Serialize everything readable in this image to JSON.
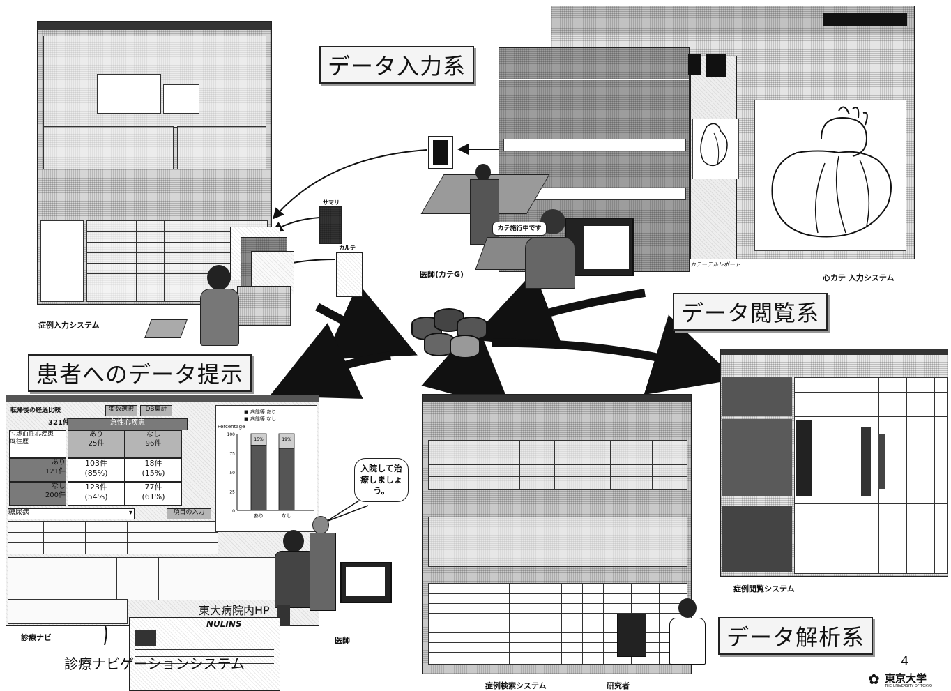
{
  "labels": {
    "data_input": "データ入力系",
    "data_view": "データ閲覧系",
    "patient_data": "患者へのデータ提示",
    "data_analysis": "データ解析系"
  },
  "captions": {
    "case_input_system": "症例入力システム",
    "doctor_cath": "医師(カテG)",
    "cardiac_cath_input": "心カテ 入力システム",
    "cath_report": "カテーテルレポート",
    "case_view_system": "症例閲覧システム",
    "case_search_system": "症例検索システム",
    "researcher": "研究者",
    "doctor": "医師",
    "navi_short": "診療ナビ",
    "navi_system": "診療ナビゲーションシステム",
    "hospital_hp": "東大病院内HP",
    "summary": "サマリ",
    "karte": "カルテ",
    "page_number": "4",
    "university": "東京大学",
    "university_en": "THE UNIVERSITY OF TOKYO"
  },
  "speech": {
    "cath_monitor": "カテ施行中です",
    "doctor_bubble": "入院して治療しましょう。"
  },
  "navi_window": {
    "title": "転帰後の経過比較",
    "count": "321件",
    "btn_change": "変数選択",
    "btn_db": "DB集計",
    "row_header": "＼虚血性心疾患\n既往歴",
    "col_header": "急性心疾患",
    "col_yes": "あり\n25件",
    "col_no": "なし\n96件",
    "row_yes": "あり\n121件",
    "row_no": "なし\n200件",
    "cells": [
      "103件\n(85%)",
      "18件\n(15%)",
      "123件\n(54%)",
      "77件\n(61%)"
    ],
    "legend_yes": "■ 病態等 あり",
    "legend_no": "■ 病態等 なし",
    "select_label": "糖尿病",
    "btn_enter": "項目の入力",
    "y_label": "Percentage",
    "x_labels": [
      "あり",
      "なし"
    ],
    "bar_top_labels": [
      "15%",
      "19%"
    ],
    "hp_logo": "NULINS"
  },
  "chart_data": {
    "type": "bar",
    "categories": [
      "あり",
      "なし"
    ],
    "series": [
      {
        "name": "病態等 あり",
        "values": [
          85,
          81
        ]
      },
      {
        "name": "病態等 なし",
        "values": [
          15,
          19
        ]
      }
    ],
    "ylabel": "Percentage",
    "ylim": [
      0,
      100
    ],
    "y_ticks": [
      0,
      25,
      50,
      75,
      100
    ]
  }
}
